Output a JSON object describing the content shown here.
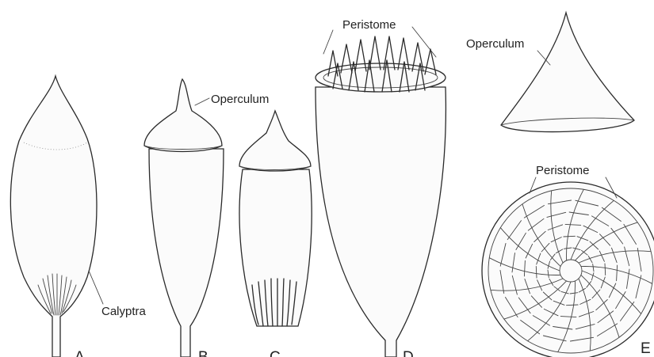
{
  "figure": {
    "labels": {
      "peristome_top": "Peristome",
      "operculum_top": "Operculum",
      "operculum_b": "Operculum",
      "peristome_e": "Peristome",
      "calyptra": "Calyptra"
    },
    "panels": [
      "A",
      "B",
      "C",
      "D",
      "E"
    ]
  }
}
